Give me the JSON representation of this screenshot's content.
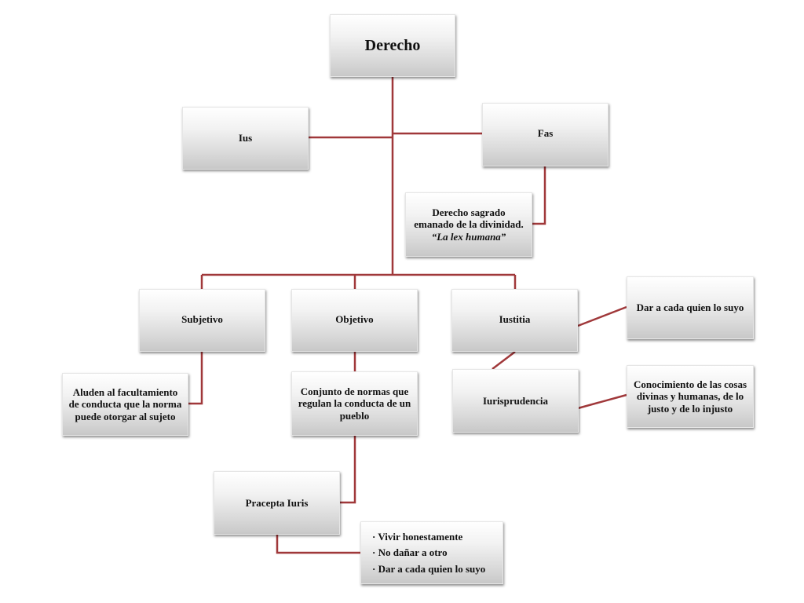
{
  "nodes": {
    "derecho": "Derecho",
    "ius": "Ius",
    "fas": "Fas",
    "fas_desc_line1": "Derecho sagrado",
    "fas_desc_line2": "emanado de la divinidad.",
    "fas_desc_line3": "“La lex humana”",
    "subjetivo": "Subjetivo",
    "objetivo": "Objetivo",
    "iustitia": "Iustitia",
    "iurisprudencia": "Iurisprudencia",
    "subjetivo_desc": "Aluden al facultamiento de conducta que la norma puede otorgar al sujeto",
    "objetivo_desc": "Conjunto de normas que regulan la conducta de un pueblo",
    "iustitia_desc": "Dar a cada quien lo suyo",
    "iurisprudencia_desc": "Conocimiento de las cosas divinas y humanas, de lo justo y de lo injusto",
    "precepta": "Pracepta Iuris",
    "precepta_items": [
      "· Vivir honestamente",
      "· No dañar a otro",
      "· Dar a cada quien lo suyo"
    ]
  },
  "colors": {
    "connector": "#a0383a"
  }
}
